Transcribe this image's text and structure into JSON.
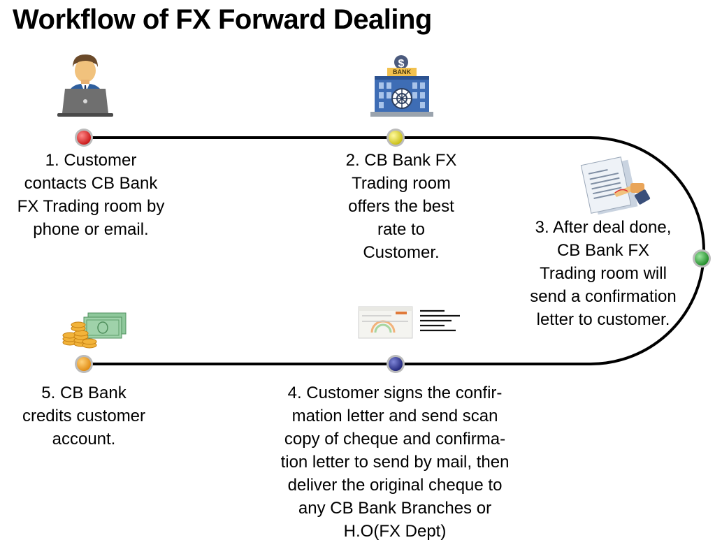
{
  "title": "Workflow of FX Forward Dealing",
  "steps": [
    {
      "text": "1. Customer\ncontacts CB Bank\nFX Trading room by\nphone or email.",
      "dot_color": "#d62020",
      "icon": "customer-laptop-icon"
    },
    {
      "text": "2. CB Bank FX\nTrading room\noffers the best\nrate to\nCustomer.",
      "dot_color": "#e6dc1e",
      "icon": "bank-building-icon"
    },
    {
      "text": "3. After deal done,\nCB Bank FX\nTrading room will\nsend a confirmation\nletter to customer.",
      "dot_color": "#2fa336",
      "icon": "signing-document-icon"
    },
    {
      "text": "4. Customer signs the confir-\nmation letter and send scan\ncopy of cheque and confirma-\ntion letter to send by mail, then\ndeliver the original cheque to\nany CB Bank Branches or\nH.O(FX Dept)",
      "dot_color": "#2a2f8f",
      "icon": "cheque-icon"
    },
    {
      "text": "5. CB Bank\ncredits customer\naccount.",
      "dot_color": "#f0a020",
      "icon": "money-coins-icon"
    }
  ],
  "bank_sign": "BANK",
  "bank_symbol": "$"
}
